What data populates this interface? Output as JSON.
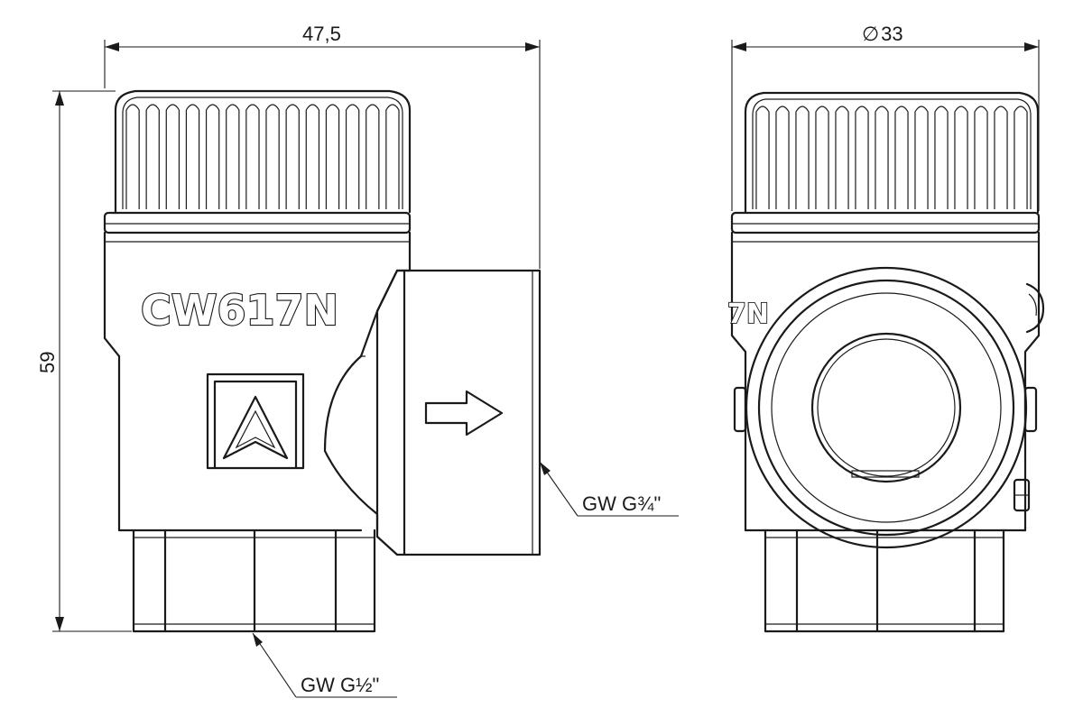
{
  "dimensions": {
    "width": "47,5",
    "height": "59",
    "diameter": "33",
    "diameter_symbol": "∅"
  },
  "ports": {
    "outlet": "GW G¾\"",
    "inlet": "GW G½\""
  },
  "body_marking": "CW617N",
  "body_marking_partial": "7N",
  "icons": {
    "flow_direction": "arrow-right-icon",
    "manufacturer_logo": "triangle-logo-icon"
  }
}
